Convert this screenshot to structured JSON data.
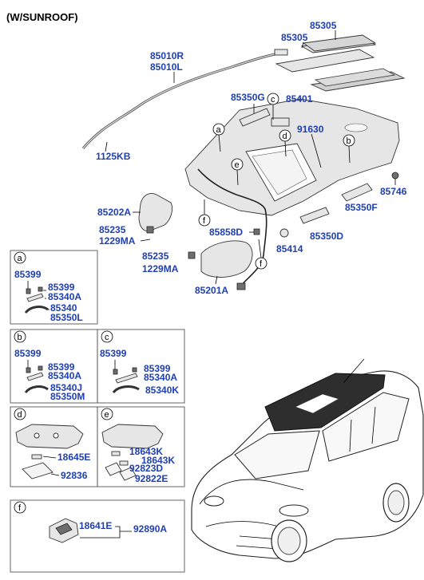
{
  "title": "(W/SUNROOF)",
  "parts": {
    "p85305a": "85305",
    "p85305b": "85305",
    "p85010R": "85010R",
    "p85010L": "85010L",
    "p85350G": "85350G",
    "p85401": "85401",
    "p91630": "91630",
    "p1125KB": "1125KB",
    "p85746": "85746",
    "p85350F": "85350F",
    "p85202A": "85202A",
    "p85235a": "85235",
    "p1229MAa": "1229MA",
    "p85858D": "85858D",
    "p85414": "85414",
    "p85350D": "85350D",
    "p85235b": "85235",
    "p1229MAb": "1229MA",
    "p85201A": "85201A"
  },
  "callouts": [
    "a",
    "b",
    "c",
    "d",
    "e",
    "f"
  ],
  "panels": {
    "a": {
      "label": "a",
      "parts": [
        "85399",
        "85399",
        "85340A",
        "85340",
        "85350L"
      ]
    },
    "b": {
      "label": "b",
      "parts": [
        "85399",
        "85399",
        "85340A",
        "85340J",
        "85350M"
      ]
    },
    "c": {
      "label": "c",
      "parts": [
        "85399",
        "85399",
        "85340A",
        "85340K"
      ]
    },
    "d": {
      "label": "d",
      "parts": [
        "18645E",
        "92836"
      ]
    },
    "e": {
      "label": "e",
      "parts": [
        "18643K",
        "18643K",
        "92823D",
        "92822E"
      ]
    },
    "f": {
      "label": "f",
      "parts": [
        "18641E",
        "92890A"
      ]
    }
  }
}
